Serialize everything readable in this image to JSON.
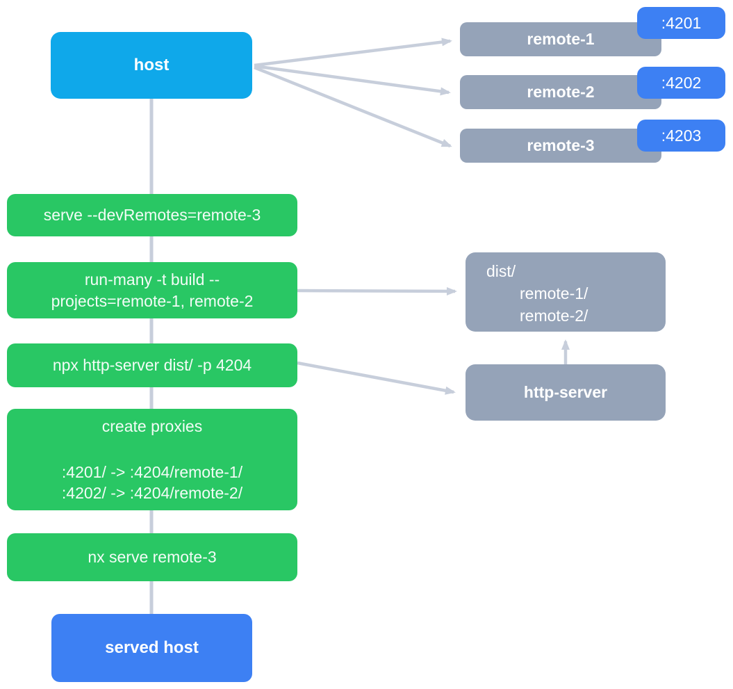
{
  "palette": {
    "host_cyan": "#0FA8EA",
    "action_green": "#29C764",
    "remote_gray": "#95A3B8",
    "port_blue": "#3D80F3",
    "connector_gray": "#C7CEDB",
    "text_white": "#FFFFFF"
  },
  "host": {
    "label": "host"
  },
  "served_host": {
    "label": "served host"
  },
  "remotes": [
    {
      "label": "remote-1",
      "port": ":4201"
    },
    {
      "label": "remote-2",
      "port": ":4202"
    },
    {
      "label": "remote-3",
      "port": ":4203"
    }
  ],
  "steps": {
    "serve": "serve --devRemotes=remote-3",
    "run_many_line1": "run-many -t build --",
    "run_many_line2": "projects=remote-1, remote-2",
    "http_server_cmd": "npx http-server dist/ -p 4204",
    "proxies_title": "create proxies",
    "proxies_rule1": ":4201/ -> :4204/remote-1/",
    "proxies_rule2": ":4202/ -> :4204/remote-2/",
    "nx_serve": "nx serve remote-3"
  },
  "dist": {
    "line1": "dist/",
    "line2": "remote-1/",
    "line3": "remote-2/"
  },
  "http_server": {
    "label": "http-server"
  }
}
